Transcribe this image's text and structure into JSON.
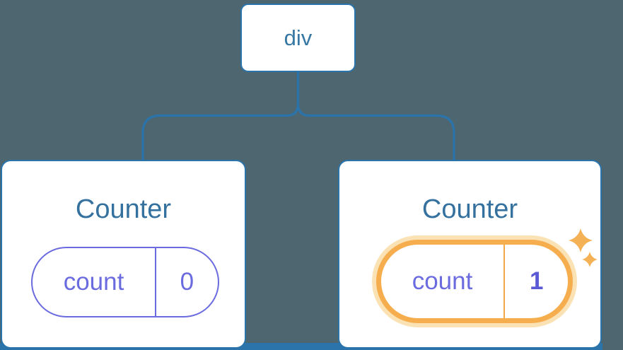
{
  "tree": {
    "root": {
      "label": "div"
    },
    "children": [
      {
        "title": "Counter",
        "state_key": "count",
        "state_value": "0",
        "highlighted": false
      },
      {
        "title": "Counter",
        "state_key": "count",
        "state_value": "1",
        "highlighted": true
      }
    ]
  },
  "icons": {
    "sparkle": "sparkle-icon"
  },
  "colors": {
    "background": "#4D6670",
    "line_blue": "#2B74AB",
    "node_text_blue": "#3878A5",
    "title_text_blue": "#35719E",
    "state_purple": "#6B6BE0",
    "state_value_bold_purple": "#5B5AD6",
    "highlight_orange": "#F5AD4E",
    "highlight_divider_orange": "#F2A846",
    "highlight_glow": "#FAE2B4",
    "sparkle_orange": "#F5B155",
    "card_fill": "#FFFFFF"
  }
}
